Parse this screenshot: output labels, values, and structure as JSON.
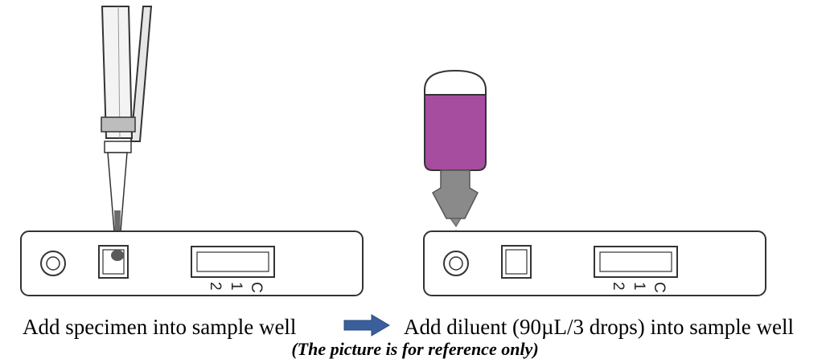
{
  "captions": {
    "left": "Add specimen into sample well",
    "right": "Add diluent (90µL/3 drops) into sample well",
    "note": "(The picture is for reference only)"
  },
  "cassette_labels": {
    "line2": "2",
    "line1": "1",
    "control": "C"
  },
  "icons": {
    "arrow": "right-arrow-icon"
  },
  "colors": {
    "diluent": "#a64d9f",
    "bottle_tip": "#8a8a8a",
    "outline": "#333333",
    "arrow": "#3a5f9c"
  }
}
